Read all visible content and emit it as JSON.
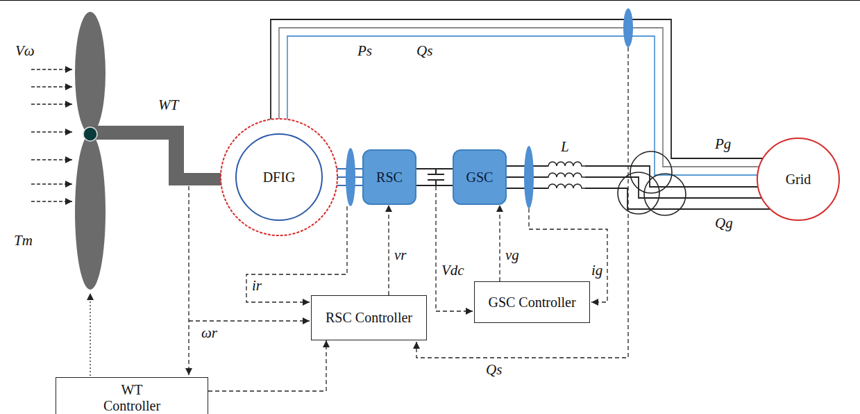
{
  "diagram": {
    "nodes": [
      {
        "text": [
          "DFIG"
        ]
      },
      {
        "text": [
          "RSC"
        ]
      },
      {
        "text": [
          "GSC"
        ]
      },
      {
        "text": [
          "Grid"
        ]
      },
      {
        "text": [
          "RSC Controller"
        ]
      },
      {
        "text": [
          "GSC Controller"
        ]
      },
      {
        "text": [
          "WT Controller"
        ]
      }
    ],
    "edges": [
      {
        "from": 0,
        "to": 1,
        "arrow": "none"
      },
      {
        "from": 1,
        "to": 2,
        "arrow": "none"
      },
      {
        "from": 2,
        "to": 3,
        "arrow": "none"
      },
      {
        "from": 0,
        "to": 3,
        "arrow": "none"
      },
      {
        "from": 4,
        "to": 1,
        "label": "vr",
        "arrow": "to"
      },
      {
        "from": 5,
        "to": 2,
        "label": "vg",
        "arrow": "to"
      },
      {
        "from": 6,
        "to": 4,
        "arrow": "to"
      }
    ],
    "labels": [
      "Vω",
      "WT",
      "Tm",
      "Ps",
      "Qs",
      "L",
      "Pg",
      "Qg",
      "ir",
      "Vdc",
      "ig",
      "ωr",
      "Qs"
    ]
  }
}
